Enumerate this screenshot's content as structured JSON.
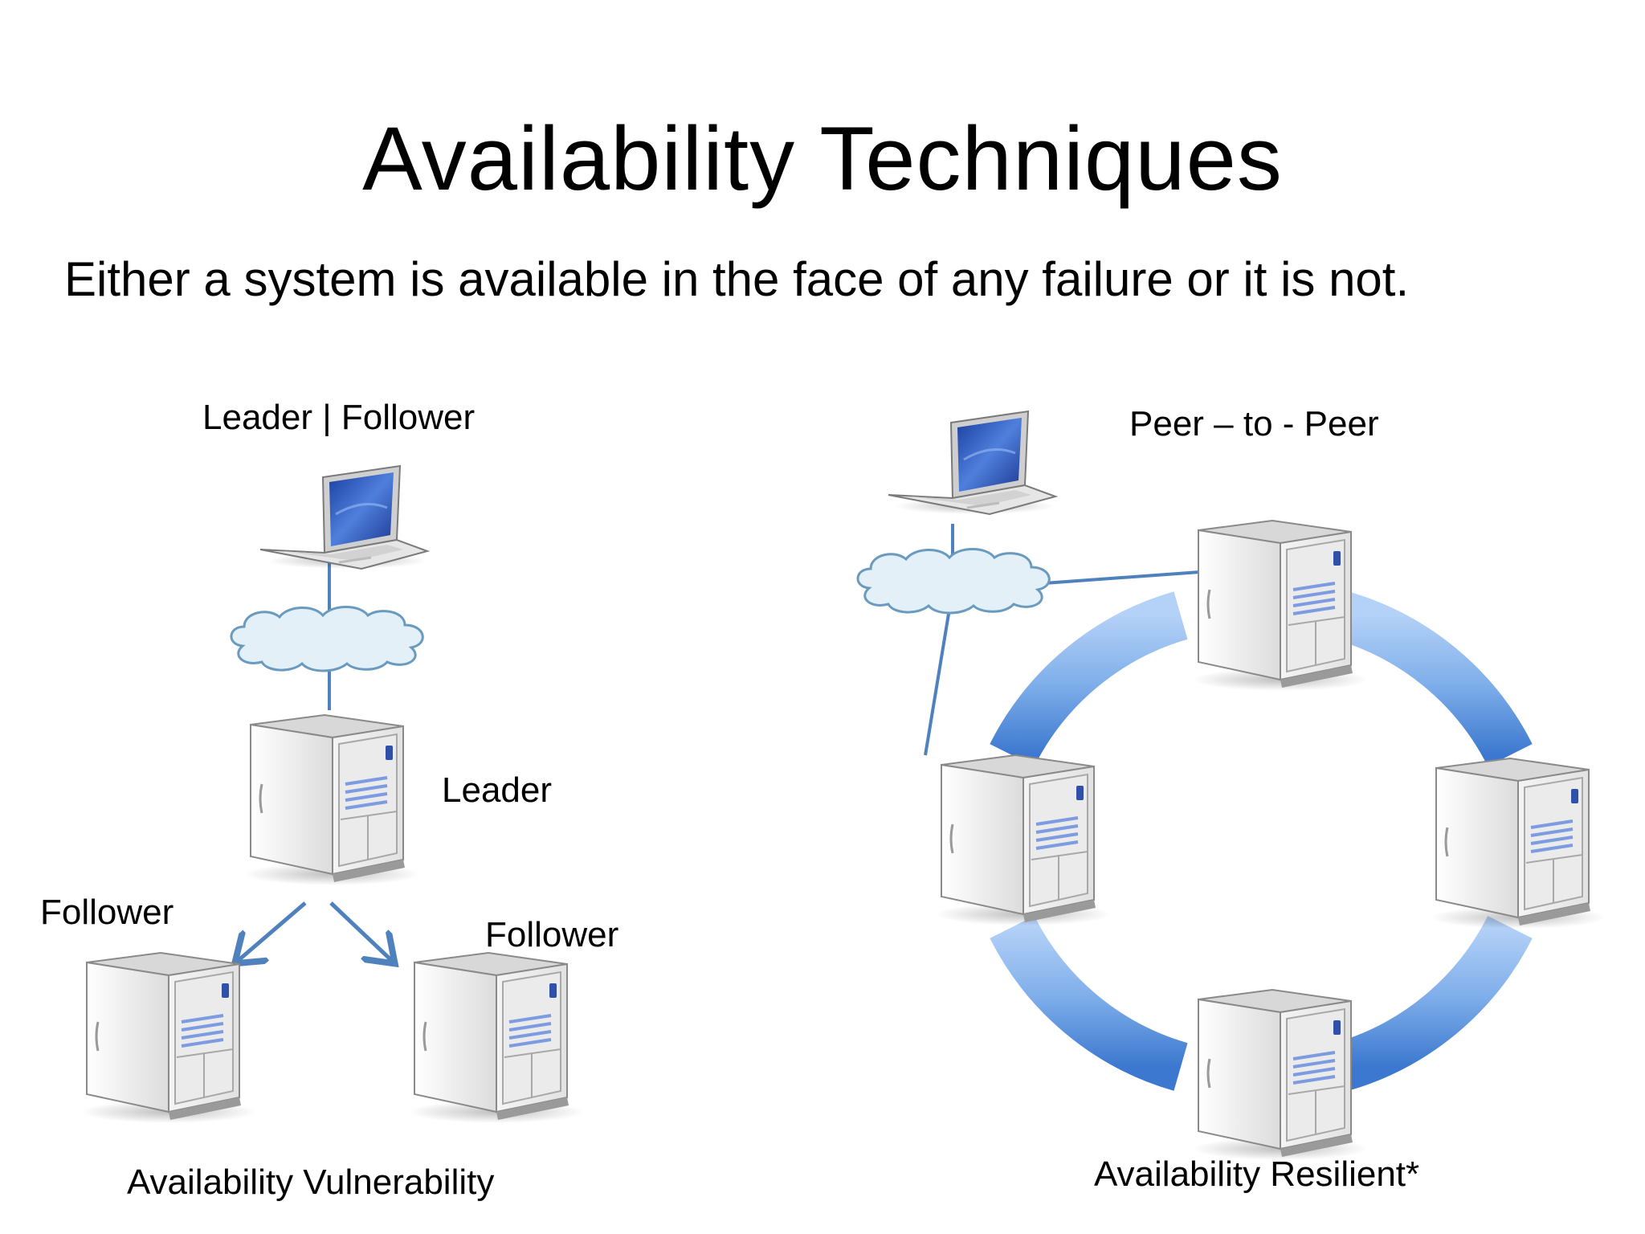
{
  "slide": {
    "title": "Availability Techniques",
    "subtitle": "Either a system is available in the face of any failure or it is not."
  },
  "left_diagram": {
    "heading": "Leader | Follower",
    "leader_label": "Leader",
    "follower_left_label": "Follower",
    "follower_right_label": "Follower",
    "caption": "Availability Vulnerability"
  },
  "right_diagram": {
    "heading": "Peer – to - Peer",
    "caption": "Availability Resilient*"
  },
  "colors": {
    "connector": "#4f81bd",
    "ring_light": "#a9c8f5",
    "ring_dark": "#3f7bd0",
    "cloud_fill": "#e3f0f8",
    "cloud_stroke": "#6a9bbf"
  },
  "icons": [
    "laptop-icon",
    "cloud-icon",
    "server-icon"
  ]
}
